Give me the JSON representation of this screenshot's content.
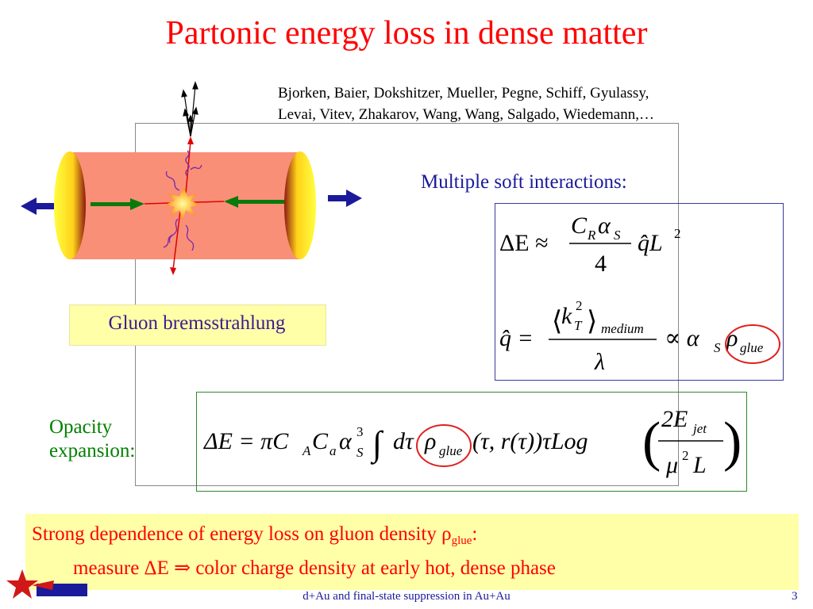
{
  "title": "Partonic energy loss in dense matter",
  "authors": {
    "line1": "Bjorken, Baier, Dokshitzer, Mueller, Pegne, Schiff, Gyulassy,",
    "line2": "Levai, Vitev, Zhakarov, Wang, Wang, Salgado, Wiedemann,…"
  },
  "diagram": {
    "caption": "Gluon bremsstrahlung"
  },
  "soft_interactions": {
    "label": "Multiple soft interactions:",
    "eq1": {
      "lhs": "ΔE ≈",
      "num_C": "C",
      "num_R": "R",
      "num_alpha": "α",
      "num_S": "S",
      "den": "4",
      "rhs_q": "q̂L",
      "rhs_exp": "2"
    },
    "eq2": {
      "lhs": "q̂ =",
      "num_k": "k",
      "num_T": "T",
      "num_exp": "2",
      "num_medium": "medium",
      "den": "λ",
      "prop": "∝ α",
      "prop_S": "S",
      "rho": "ρ",
      "rho_sub": "glue"
    }
  },
  "opacity": {
    "label_line1": "Opacity",
    "label_line2": "expansion:",
    "eq": {
      "start": "ΔE = πC",
      "A": "A",
      "Ca": "C",
      "a": "a",
      "alpha": "α",
      "alpha_sup": "3",
      "alpha_sub": "S",
      "integral": "∫",
      "dtau": "dτ",
      "rho": "ρ",
      "rho_sub": "glue",
      "args": "(τ, r(τ))τLog",
      "frac_num": "2E",
      "frac_num_sub": "jet",
      "frac_den_mu": "μ",
      "frac_den_exp": "2",
      "frac_den_L": "L"
    }
  },
  "summary": {
    "line1_text": "Strong dependence of energy loss on gluon density ρ",
    "line1_sub": "glue",
    "line1_end": ":",
    "line2": "measure ΔE ⇒ color charge density at early hot, dense phase"
  },
  "footer": "d+Au and final-state suppression in Au+Au",
  "page_number": "3",
  "colors": {
    "title": "#ff0000",
    "authors": "#000000",
    "label_blue": "#1a1a9a",
    "opacity_green": "#008000",
    "highlight_yellow": "#ffffa8",
    "circle_red": "#e02020"
  }
}
